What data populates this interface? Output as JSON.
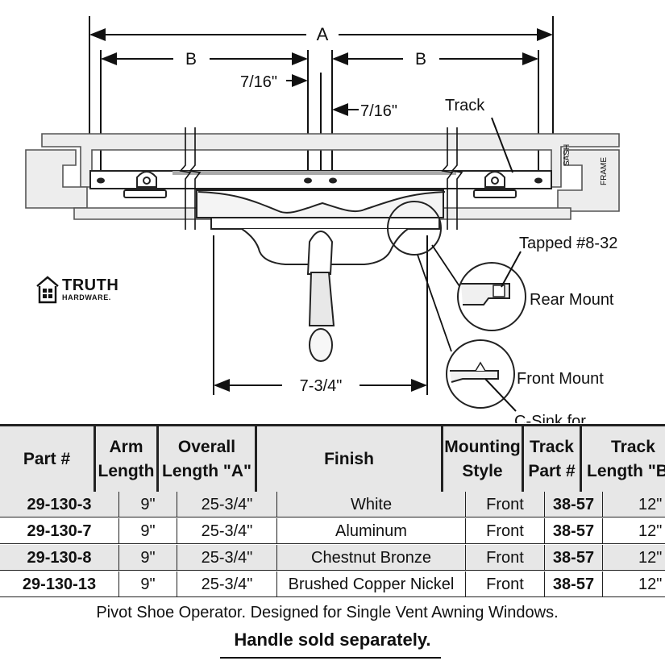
{
  "diagram": {
    "dim_a": "A",
    "dim_b_left": "B",
    "dim_b_right": "B",
    "gap_left": "7/16\"",
    "gap_right": "7/16\"",
    "track": "Track",
    "sash": "SASH",
    "frame": "FRAME",
    "tapped": "Tapped #8-32",
    "rear_mount": "Rear Mount",
    "front_mount": "Front Mount",
    "csink": "C-Sink for",
    "handle_width": "7-3/4\""
  },
  "logo": {
    "line1": "TRUTH",
    "line2": "HARDWARE."
  },
  "table": {
    "headers": {
      "part": "Part #",
      "arm1": "Arm",
      "arm2": "Length",
      "overall1": "Overall",
      "overall2": "Length \"A\"",
      "finish": "Finish",
      "mount1": "Mounting",
      "mount2": "Style",
      "tpart1": "Track",
      "tpart2": "Part #",
      "tlen1": "Track",
      "tlen2": "Length \"B\""
    },
    "rows": [
      {
        "part": "29-130-3",
        "arm": "9\"",
        "overall": "25-3/4\"",
        "finish": "White",
        "mount": "Front",
        "track_part": "38-57",
        "track_len": "12\""
      },
      {
        "part": "29-130-7",
        "arm": "9\"",
        "overall": "25-3/4\"",
        "finish": "Aluminum",
        "mount": "Front",
        "track_part": "38-57",
        "track_len": "12\""
      },
      {
        "part": "29-130-8",
        "arm": "9\"",
        "overall": "25-3/4\"",
        "finish": "Chestnut Bronze",
        "mount": "Front",
        "track_part": "38-57",
        "track_len": "12\""
      },
      {
        "part": "29-130-13",
        "arm": "9\"",
        "overall": "25-3/4\"",
        "finish": "Brushed Copper Nickel",
        "mount": "Front",
        "track_part": "38-57",
        "track_len": "12\""
      }
    ]
  },
  "caption": "Pivot Shoe Operator. Designed for Single Vent Awning Windows.",
  "note": "Handle sold separately."
}
